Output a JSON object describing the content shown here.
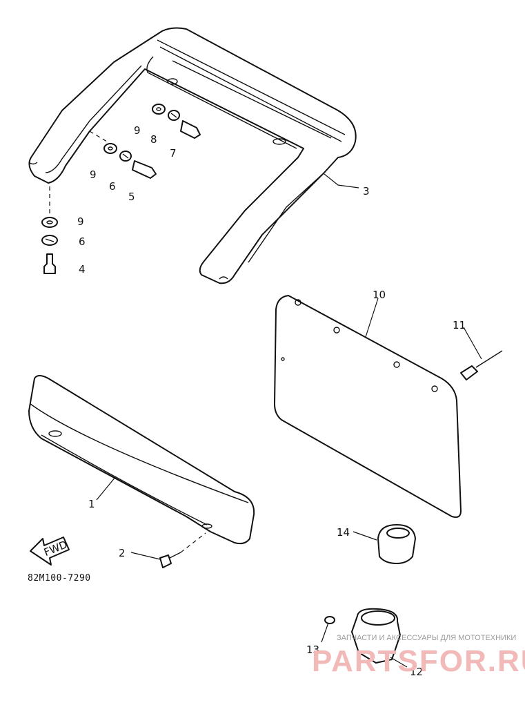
{
  "diagram": {
    "code": "82M100-7290",
    "fwd_label": "FWD",
    "callouts": [
      "1",
      "2",
      "3",
      "4",
      "5",
      "6",
      "7",
      "8",
      "9",
      "10",
      "11",
      "12",
      "13",
      "14"
    ],
    "label_pos": {}
  },
  "watermark": {
    "top_text": "ЗАПЧАСТИ И АКСЕССУАРЫ ДЛЯ МОТОТЕХНИКИ",
    "brand": "PARTSFOR.RU"
  }
}
